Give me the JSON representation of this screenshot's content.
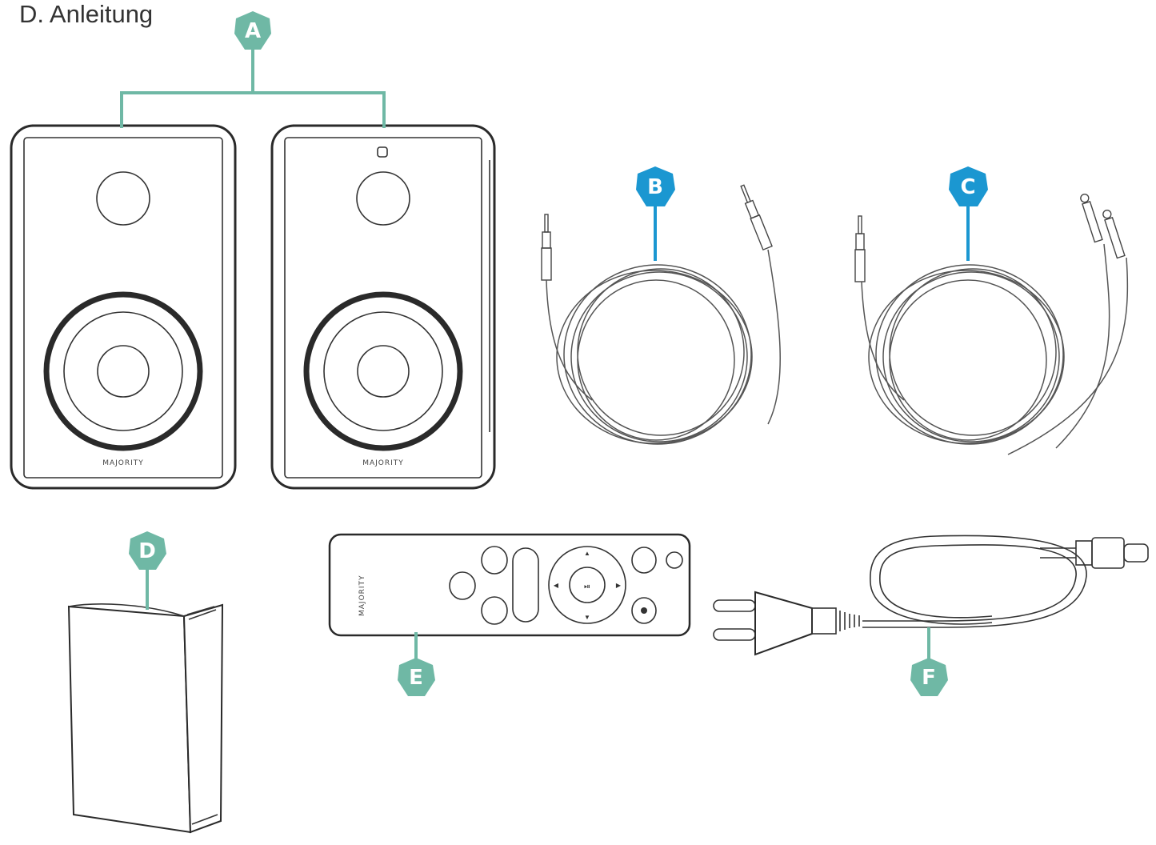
{
  "heading": "D. Anleitung",
  "colors": {
    "label_green": "#6fb8a5",
    "label_blue": "#1b97d1",
    "line_green": "#6fb8a5",
    "line_blue": "#1b97d1"
  },
  "labels": {
    "a": "A",
    "b": "B",
    "c": "C",
    "d": "D",
    "e": "E",
    "f": "F"
  },
  "speaker_brand": "MAJORITY"
}
